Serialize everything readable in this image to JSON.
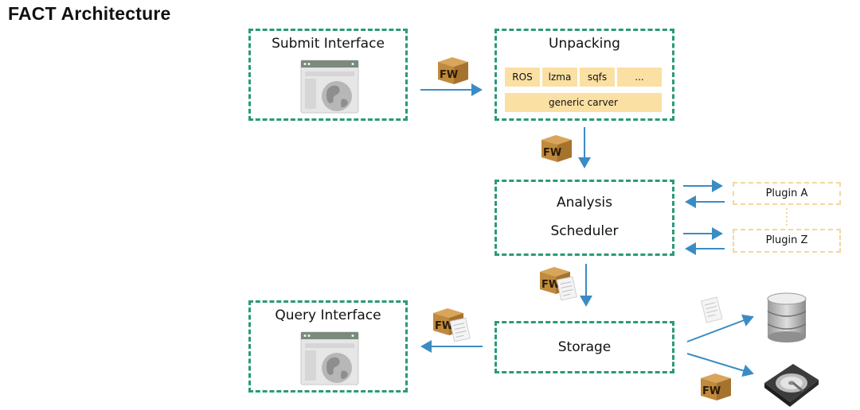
{
  "title": "FACT Architecture",
  "submit": {
    "label": "Submit Interface"
  },
  "unpacking": {
    "label": "Unpacking",
    "formats": [
      "ROS",
      "lzma",
      "sqfs",
      "..."
    ],
    "carver": "generic carver"
  },
  "analysis": {
    "label_line1": "Analysis",
    "label_line2": "Scheduler"
  },
  "plugins": [
    "Plugin A",
    "Plugin Z"
  ],
  "storage": {
    "label": "Storage"
  },
  "query": {
    "label": "Query Interface"
  },
  "package_text": "FW",
  "colors": {
    "box_border": "#2a9a78",
    "arrow": "#3b8cc4",
    "chip": "#fbe0a4",
    "plugin_border": "#f3d79e",
    "package": "#c08a3e"
  },
  "icons": {
    "browser": "web-browser-globe-icon",
    "package": "firmware-package-icon",
    "document": "document-icon",
    "database": "database-icon",
    "harddisk": "hard-disk-icon"
  }
}
